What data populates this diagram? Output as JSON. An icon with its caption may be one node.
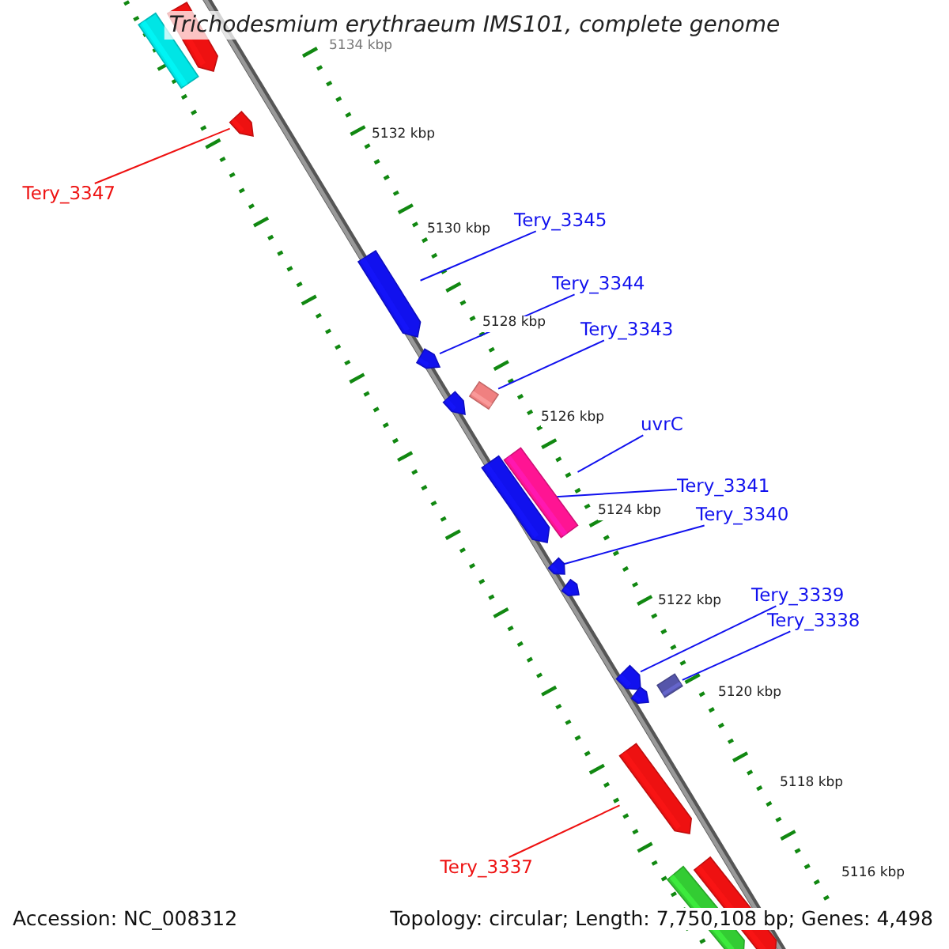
{
  "diagram": {
    "title": "Trichodesmium erythraeum IMS101, complete genome",
    "nodes": [
      {
        "text": [
          "Tery_3347"
        ]
      },
      {
        "text": [
          "Tery_3345"
        ]
      },
      {
        "text": [
          "Tery_3344"
        ]
      },
      {
        "text": [
          "Tery_3343"
        ]
      },
      {
        "text": [
          "uvrC"
        ]
      },
      {
        "text": [
          "Tery_3341"
        ]
      },
      {
        "text": [
          "Tery_3340"
        ]
      },
      {
        "text": [
          "Tery_3339"
        ]
      },
      {
        "text": [
          "Tery_3338"
        ]
      },
      {
        "text": [
          "Tery_3337"
        ]
      },
      {
        "text": [],
        "shape": "bar"
      },
      {
        "text": [],
        "shape": "bar"
      },
      {
        "text": [],
        "shape": "bar"
      },
      {
        "text": [],
        "shape": "bar"
      },
      {
        "text": [],
        "shape": "bar"
      },
      {
        "text": [],
        "shape": "bar"
      },
      {
        "text": [],
        "shape": "bar"
      },
      {
        "text": [],
        "shape": "bar"
      },
      {
        "text": [],
        "shape": "bar"
      },
      {
        "text": [],
        "shape": "bar"
      },
      {
        "text": [],
        "shape": "bar"
      },
      {
        "text": [],
        "shape": "bar"
      },
      {
        "text": [],
        "shape": "bar"
      },
      {
        "text": [],
        "shape": "bar"
      },
      {
        "text": [],
        "shape": "bar"
      },
      {
        "text": [],
        "shape": "bar"
      },
      {
        "text": [],
        "shape": "bar"
      }
    ],
    "edges": [
      {
        "from": 0,
        "to": 12,
        "arrow": "none",
        "color": "#ee1111"
      },
      {
        "from": 1,
        "to": 13,
        "arrow": "none"
      },
      {
        "from": 2,
        "to": 14,
        "arrow": "none"
      },
      {
        "from": 3,
        "to": 16,
        "arrow": "none"
      },
      {
        "from": 4,
        "to": 18,
        "arrow": "none"
      },
      {
        "from": 5,
        "to": 17,
        "arrow": "none"
      },
      {
        "from": 6,
        "to": 19,
        "arrow": "none"
      },
      {
        "from": 7,
        "to": 21,
        "arrow": "none"
      },
      {
        "from": 8,
        "to": 22,
        "arrow": "none"
      },
      {
        "from": 9,
        "to": 24,
        "arrow": "none",
        "color": "#ee1111"
      }
    ],
    "labels": [
      "5134 kbp",
      "5132 kbp",
      "5130 kbp",
      "5128 kbp",
      "5126 kbp",
      "5124 kbp",
      "5122 kbp",
      "5120 kbp",
      "5118 kbp",
      "5116 kbp",
      "Accession: NC_008312",
      "Topology: circular; Length: 7,750,108 bp; Genes: 4,498"
    ]
  }
}
